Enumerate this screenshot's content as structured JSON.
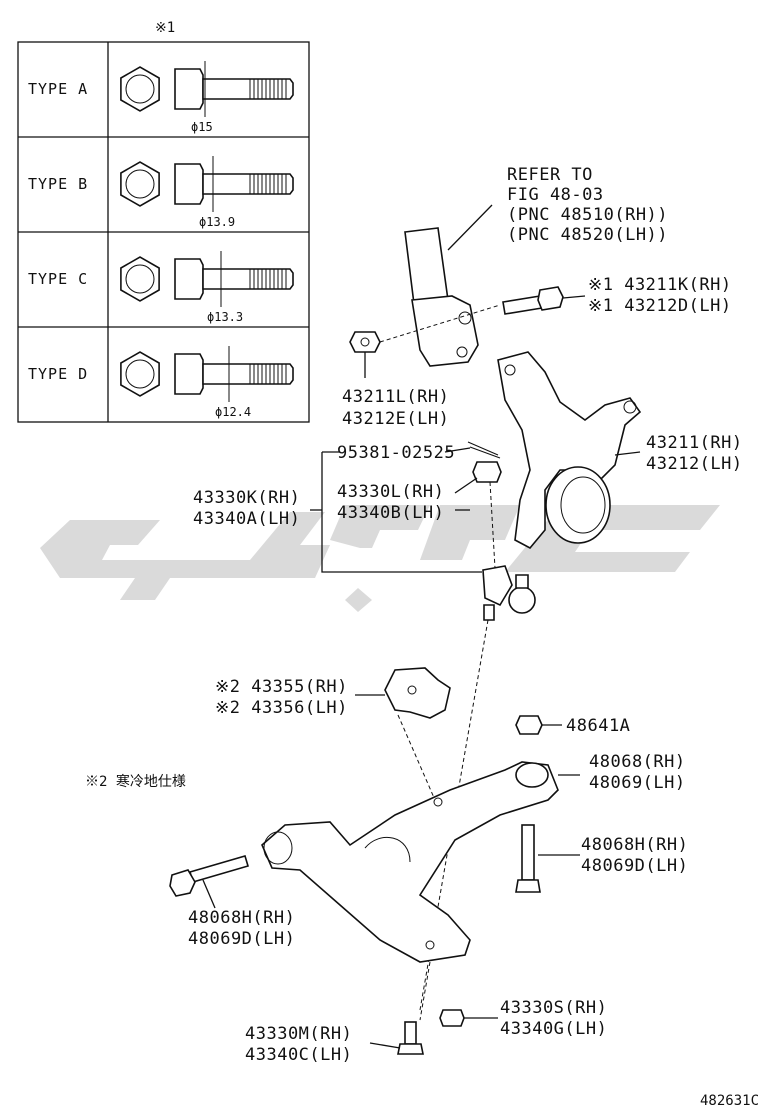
{
  "diagram_code": "482631C",
  "note_symbol_1": "※1",
  "note_2": "※2  寒冷地仕様",
  "bolt_types": [
    {
      "label": "TYPE A",
      "dia": "ϕ15"
    },
    {
      "label": "TYPE B",
      "dia": "ϕ13.9"
    },
    {
      "label": "TYPE C",
      "dia": "ϕ13.3"
    },
    {
      "label": "TYPE D",
      "dia": "ϕ12.4"
    }
  ],
  "refer": {
    "line1": "REFER TO",
    "line2": "FIG 48-03",
    "line3": "(PNC 48510(RH))",
    "line4": "(PNC 48520(LH))"
  },
  "parts": {
    "bolt_top_rh": "※1 43211K(RH)",
    "bolt_top_lh": "※1 43212D(LH)",
    "nut_rh": "43211L(RH)",
    "nut_lh": "43212E(LH)",
    "knuckle_rh": "43211(RH)",
    "knuckle_lh": "43212(LH)",
    "cotter_pin": "95381-02525",
    "balljoint_nut_rh": "43330L(RH)",
    "balljoint_nut_lh": "43340B(LH)",
    "balljoint_rh": "43330K(RH)",
    "balljoint_lh": "43340A(LH)",
    "cover_rh": "※2 43355(RH)",
    "cover_lh": "※2 43356(LH)",
    "nut_48641": "48641A",
    "arm_rh": "48068(RH)",
    "arm_lh": "48069(LH)",
    "arm_bolt_r_rh": "48068H(RH)",
    "arm_bolt_r_lh": "48069D(LH)",
    "arm_bolt_l_rh": "48068H(RH)",
    "arm_bolt_l_lh": "48069D(LH)",
    "bolt_43330m_rh": "43330M(RH)",
    "bolt_43330m_lh": "43340C(LH)",
    "nut_43330s_rh": "43330S(RH)",
    "nut_43330s_lh": "43340G(LH)"
  }
}
